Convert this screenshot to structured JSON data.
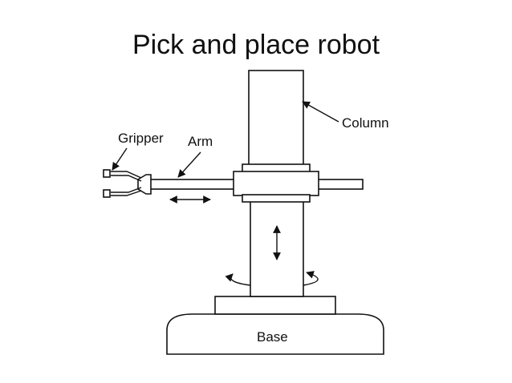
{
  "slide": {
    "title": "Pick and place robot"
  },
  "diagram": {
    "labels": {
      "column": "Column",
      "gripper": "Gripper",
      "arm": "Arm",
      "base": "Base"
    }
  }
}
